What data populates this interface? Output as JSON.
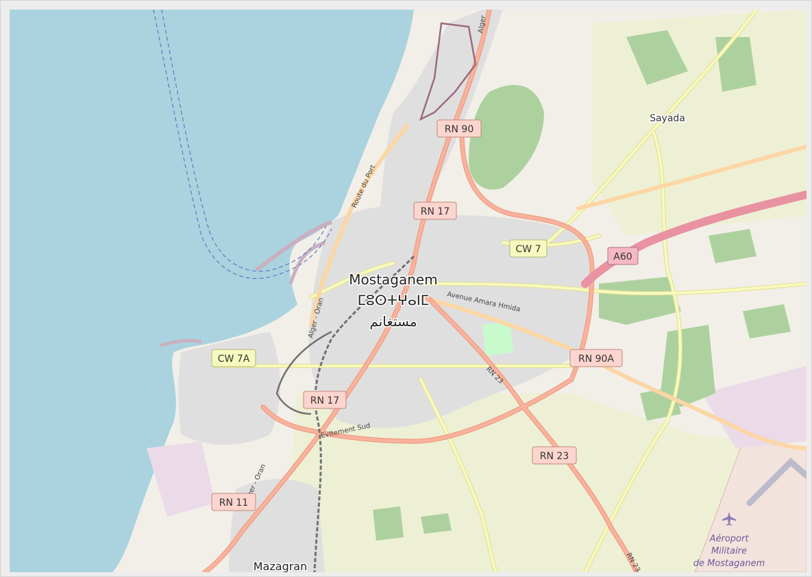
{
  "map": {
    "colors": {
      "sea": "#aad3df",
      "land": "#f2efe9",
      "urban": "#e0dfdf",
      "forest": "#add19e",
      "park": "#c8facc",
      "farmland": "#eef0d5",
      "motorway": "#e892a2",
      "trunk": "#f9b29c",
      "primary": "#fcd6a4",
      "secondary": "#f7fabf",
      "railway": "#707070",
      "military": "#f3e3dd",
      "industrial": "#ebdbe8"
    },
    "places": [
      {
        "id": "mostaganem",
        "name": "Mostaganem",
        "kind": "city"
      },
      {
        "id": "mostaganem-tifinagh",
        "name": "ⵎⵓⵙⵜⵖⴰⵏⵎ",
        "kind": "city"
      },
      {
        "id": "mostaganem-arabic",
        "name": "مستغانم",
        "kind": "city"
      },
      {
        "id": "sayada",
        "name": "Sayada",
        "kind": "village"
      },
      {
        "id": "mazagran",
        "name": "Mazagran",
        "kind": "town"
      }
    ],
    "airport": {
      "icon": "airplane-icon",
      "lines": [
        "Aéroport",
        "Militaire",
        "de Mostaganem"
      ]
    },
    "shields": [
      {
        "id": "rn90-north",
        "ref": "RN 90",
        "class": "trunk"
      },
      {
        "id": "rn17-north",
        "ref": "RN 17",
        "class": "trunk"
      },
      {
        "id": "cw7",
        "ref": "CW 7",
        "class": "secondary"
      },
      {
        "id": "a60",
        "ref": "A60",
        "class": "motorway"
      },
      {
        "id": "cw7a",
        "ref": "CW 7A",
        "class": "secondary"
      },
      {
        "id": "rn17-south",
        "ref": "RN 17",
        "class": "trunk"
      },
      {
        "id": "rn90a",
        "ref": "RN 90A",
        "class": "trunk"
      },
      {
        "id": "rn23",
        "ref": "RN 23",
        "class": "trunk"
      },
      {
        "id": "rn11",
        "ref": "RN 11",
        "class": "trunk"
      }
    ],
    "road_labels": [
      {
        "id": "route-du-port",
        "text": "Route du Port"
      },
      {
        "id": "alger-oran-1",
        "text": "Alger - Oran"
      },
      {
        "id": "alger-oran-2",
        "text": "Alger - Oran"
      },
      {
        "id": "alger-top",
        "text": "Alger"
      },
      {
        "id": "avenue-amara",
        "text": "Avenue Amara Hmida"
      },
      {
        "id": "rn23-label",
        "text": "RN 23"
      },
      {
        "id": "evitement",
        "text": "Evitement Sud"
      },
      {
        "id": "rn23-edge",
        "text": "RN 23"
      }
    ]
  }
}
